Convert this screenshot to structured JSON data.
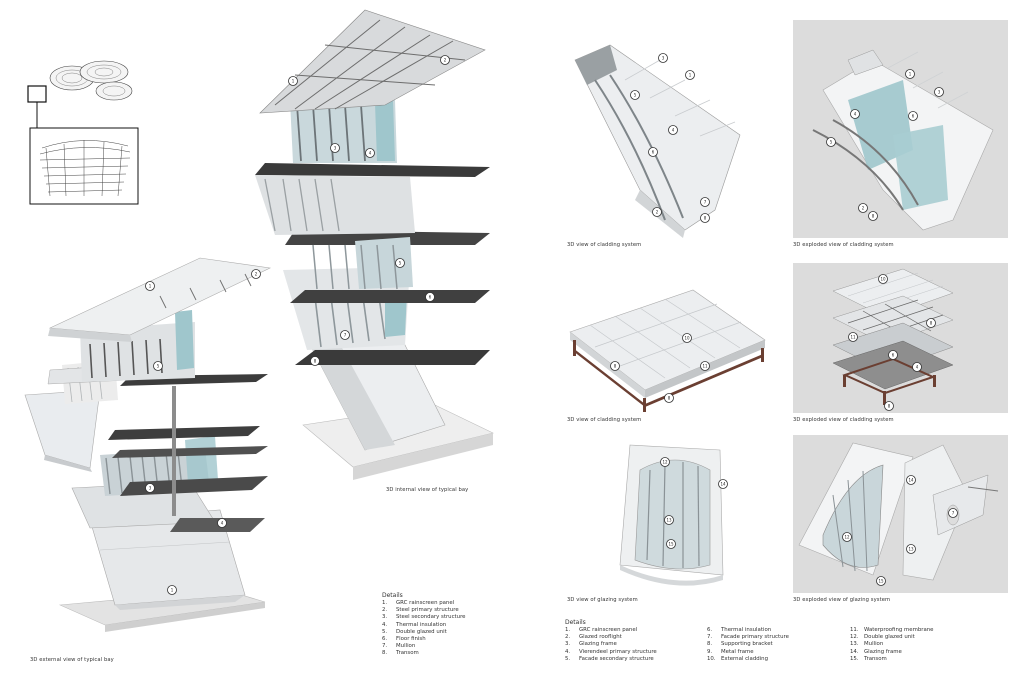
{
  "captions": {
    "external_view": "3D external view of typical bay",
    "internal_view": "3D internal view of typical bay",
    "cladding_view_1": "3D view of cladding system",
    "cladding_exploded_1": "3D exploded view of cladding system",
    "cladding_view_2": "3D view of cladding system",
    "cladding_exploded_2": "3D exploded view of cladding system",
    "glazing_view": "3D view of glazing system",
    "glazing_exploded": "3D exploded view of glazing system"
  },
  "details_left": {
    "title": "Details",
    "items": [
      {
        "n": "1.",
        "label": "GRC rainscreen panel"
      },
      {
        "n": "2.",
        "label": "Steel primary structure"
      },
      {
        "n": "3.",
        "label": "Steel secondary structure"
      },
      {
        "n": "4.",
        "label": "Thermal insulation"
      },
      {
        "n": "5.",
        "label": "Double glazed unit"
      },
      {
        "n": "6.",
        "label": "Floor finish"
      },
      {
        "n": "7.",
        "label": "Mullion"
      },
      {
        "n": "8.",
        "label": "Transom"
      }
    ]
  },
  "details_right": {
    "title": "Details",
    "col1": [
      {
        "n": "1.",
        "label": "GRC rainscreen panel"
      },
      {
        "n": "2.",
        "label": "Glazed rooflight"
      },
      {
        "n": "3.",
        "label": "Glazing frame"
      },
      {
        "n": "4.",
        "label": "Vierendeel primary structure"
      },
      {
        "n": "5.",
        "label": "Facade secondary structure"
      }
    ],
    "col2": [
      {
        "n": "6.",
        "label": "Thermal insulation"
      },
      {
        "n": "7.",
        "label": "Facade primary structure"
      },
      {
        "n": "8.",
        "label": "Supporting bracket"
      },
      {
        "n": "9.",
        "label": "Metal frame"
      },
      {
        "n": "10.",
        "label": "External cladding"
      }
    ],
    "col3": [
      {
        "n": "11.",
        "label": "Waterproofing membrane"
      },
      {
        "n": "12.",
        "label": "Double glazed unit"
      },
      {
        "n": "13.",
        "label": "Mullion"
      },
      {
        "n": "14.",
        "label": "Glazing frame"
      },
      {
        "n": "15.",
        "label": "Transom"
      }
    ]
  },
  "tags": {
    "t1": "1",
    "t2": "2",
    "t3": "3",
    "t4": "4",
    "t5": "5",
    "t6": "6",
    "t7": "7",
    "t8": "8",
    "t10": "10",
    "t11": "11",
    "t12": "12",
    "t13": "13",
    "t14": "14",
    "t15": "15"
  },
  "colors": {
    "panel_bg": "#dcdcdc",
    "cladding": "#e9ecef",
    "glass": "#9fc6cc",
    "floor_plate": "#3e3e3e",
    "steel": "#6b3f32"
  }
}
